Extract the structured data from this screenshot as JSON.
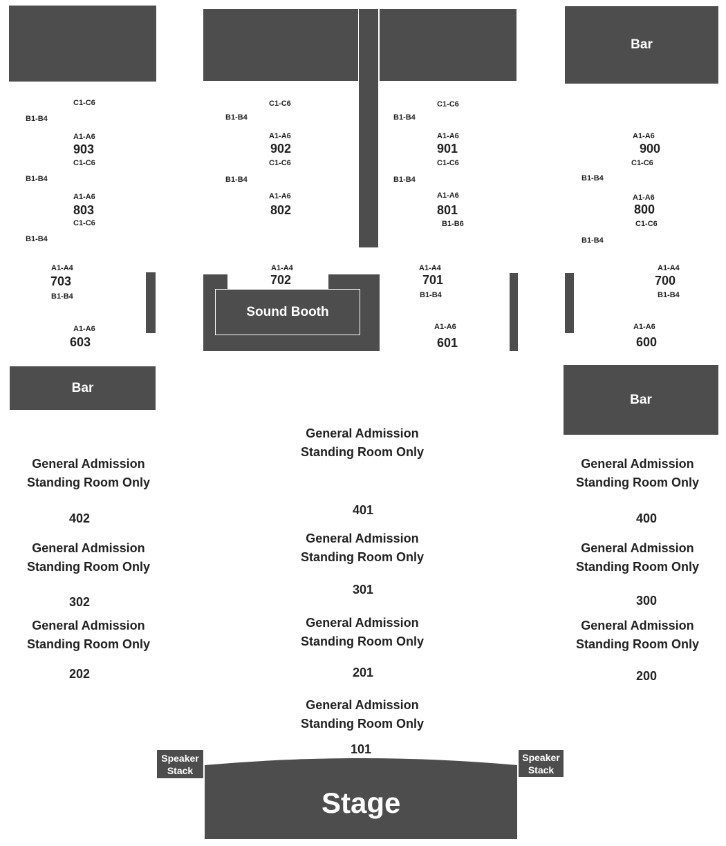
{
  "bars": {
    "top_right": "Bar",
    "mid_left": "Bar",
    "mid_right": "Bar"
  },
  "sound_booth": "Sound Booth",
  "stage": "Stage",
  "speaker_stack": {
    "line1": "Speaker",
    "line2": "Stack"
  },
  "general_admission": {
    "line1": "General Admission",
    "line2": "Standing Room Only"
  },
  "upper_sections": {
    "s903": {
      "name": "903",
      "rows_c1": "C1-C6",
      "rows_b1": "B1-B4",
      "rows_a": "A1-A6",
      "rows_c2": "C1-C6",
      "rows_b2": "B1-B4"
    },
    "s803": {
      "name": "803",
      "rows_a": "A1-A6",
      "rows_c": "C1-C6",
      "rows_b": "B1-B4"
    },
    "s902": {
      "name": "902",
      "rows_c1": "C1-C6",
      "rows_b1": "B1-B4",
      "rows_a": "A1-A6",
      "rows_c2": "C1-C6",
      "rows_b2": "B1-B4"
    },
    "s802": {
      "name": "802",
      "rows_a": "A1-A6"
    },
    "s901": {
      "name": "901",
      "rows_c1": "C1-C6",
      "rows_b1": "B1-B4",
      "rows_a": "A1-A6",
      "rows_c2": "C1-C6",
      "rows_b2": "B1-B4"
    },
    "s801": {
      "name": "801",
      "rows_a": "A1-A6",
      "rows_b": "B1-B6"
    },
    "s900": {
      "name": "900",
      "rows_a": "A1-A6",
      "rows_c": "C1-C6",
      "rows_b": "B1-B4"
    },
    "s800": {
      "name": "800",
      "rows_a": "A1-A6",
      "rows_c": "C1-C6",
      "rows_b": "B1-B4"
    }
  },
  "mid_sections": {
    "s703": {
      "name": "703",
      "rows_a": "A1-A4",
      "rows_b": "B1-B4"
    },
    "s603": {
      "name": "603",
      "rows_a": "A1-A6"
    },
    "s702": {
      "name": "702",
      "rows_a": "A1-A4"
    },
    "s701": {
      "name": "701",
      "rows_a": "A1-A4",
      "rows_b": "B1-B4"
    },
    "s601": {
      "name": "601",
      "rows_a": "A1-A6"
    },
    "s700": {
      "name": "700",
      "rows_a": "A1-A4",
      "rows_b": "B1-B4"
    },
    "s600": {
      "name": "600",
      "rows_a": "A1-A6"
    }
  },
  "floor_sections": {
    "left": [
      "402",
      "302",
      "202"
    ],
    "center": [
      "401",
      "301",
      "201",
      "101"
    ],
    "right": [
      "400",
      "300",
      "200"
    ]
  }
}
